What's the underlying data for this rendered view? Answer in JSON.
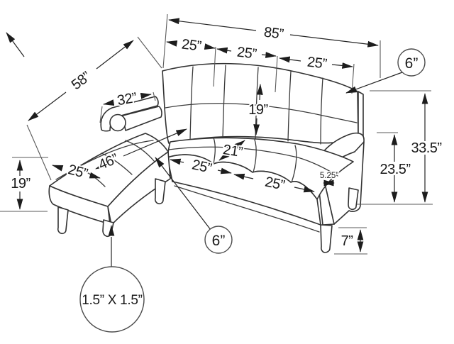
{
  "figure": {
    "kind": "sectional-sofa-dimension-diagram",
    "background_color": "#ffffff",
    "line_color": "#323232",
    "text_color": "#191919",
    "units": "”"
  },
  "dimensions": {
    "overall_width": "85”",
    "back_segments": [
      "25”",
      "25”",
      "25”"
    ],
    "chaise_overall_depth": "58”",
    "arm_length": "32”",
    "back_cushion_height": "19”",
    "seat_depth": "21”",
    "seat_segments": [
      "25”",
      "25”"
    ],
    "chaise_cushion_length": "46”",
    "chaise_width": "25”",
    "chaise_seat_height": "19”",
    "overall_height": "33.5”",
    "arm_height": "23.5”",
    "arm_thickness": "5.25”",
    "leg_height": "7”"
  },
  "callouts": {
    "bolster_diameter": "6”",
    "seat_cushion_thickness": "6”",
    "leg_cross_section": "1.5” X 1.5”"
  }
}
